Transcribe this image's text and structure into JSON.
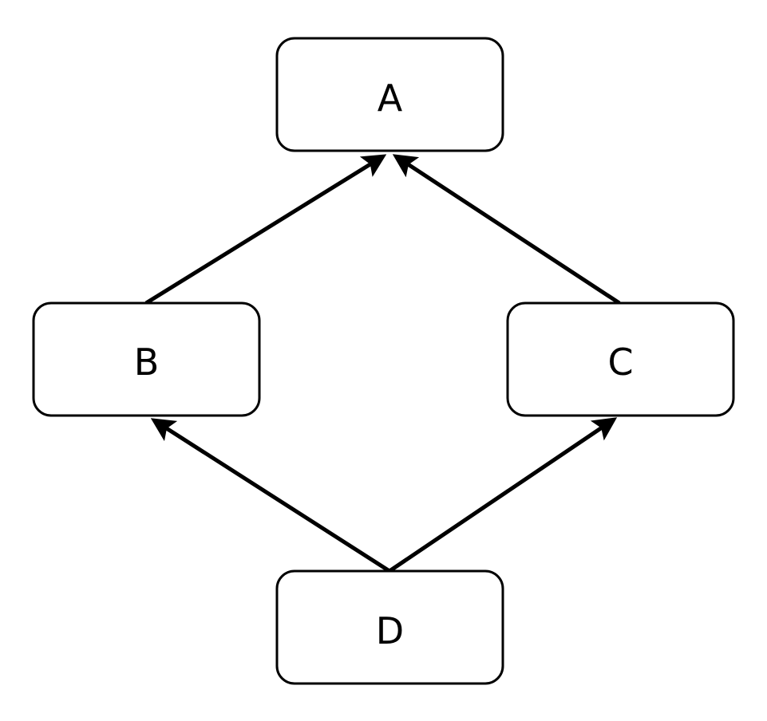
{
  "nodes": [
    {
      "id": "A",
      "label": "A"
    },
    {
      "id": "B",
      "label": "B"
    },
    {
      "id": "C",
      "label": "C"
    },
    {
      "id": "D",
      "label": "D"
    }
  ],
  "edges": [
    {
      "from": "B",
      "to": "A"
    },
    {
      "from": "C",
      "to": "A"
    },
    {
      "from": "D",
      "to": "B"
    },
    {
      "from": "D",
      "to": "C"
    }
  ]
}
